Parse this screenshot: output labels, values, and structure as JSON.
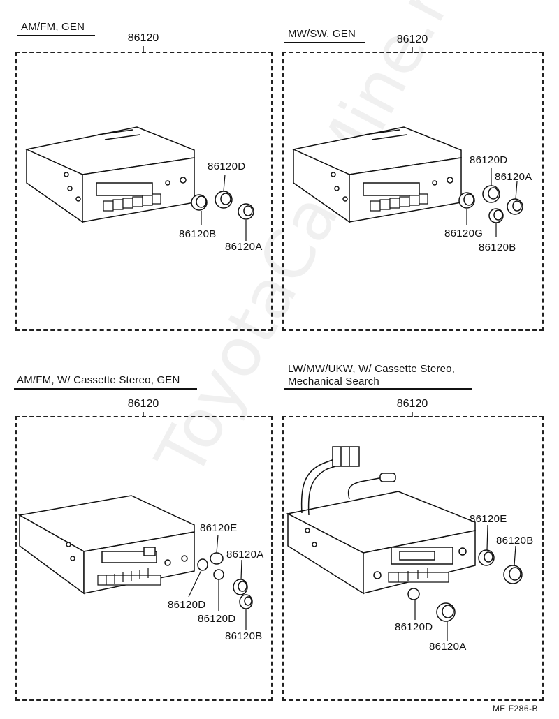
{
  "panels": [
    {
      "heading_lines": [
        "AM/FM, GEN"
      ],
      "assembly_part": "86120",
      "labels": [
        "86120D",
        "86120B",
        "86120A"
      ]
    },
    {
      "heading_lines": [
        "MW/SW, GEN"
      ],
      "assembly_part": "86120",
      "labels": [
        "86120D",
        "86120A",
        "86120G",
        "86120B"
      ]
    },
    {
      "heading_lines": [
        "AM/FM, W/ Cassette Stereo, GEN"
      ],
      "assembly_part": "86120",
      "labels": [
        "86120E",
        "86120A",
        "86120D",
        "86120D",
        "86120B"
      ]
    },
    {
      "heading_lines": [
        "LW/MW/UKW, W/ Cassette Stereo,",
        "Mechanical Search"
      ],
      "assembly_part": "86120",
      "labels": [
        "86120E",
        "86120B",
        "86120D",
        "86120A"
      ]
    }
  ],
  "footer": "ME  F286-B",
  "watermark": "ToyotaCarMine.ru"
}
